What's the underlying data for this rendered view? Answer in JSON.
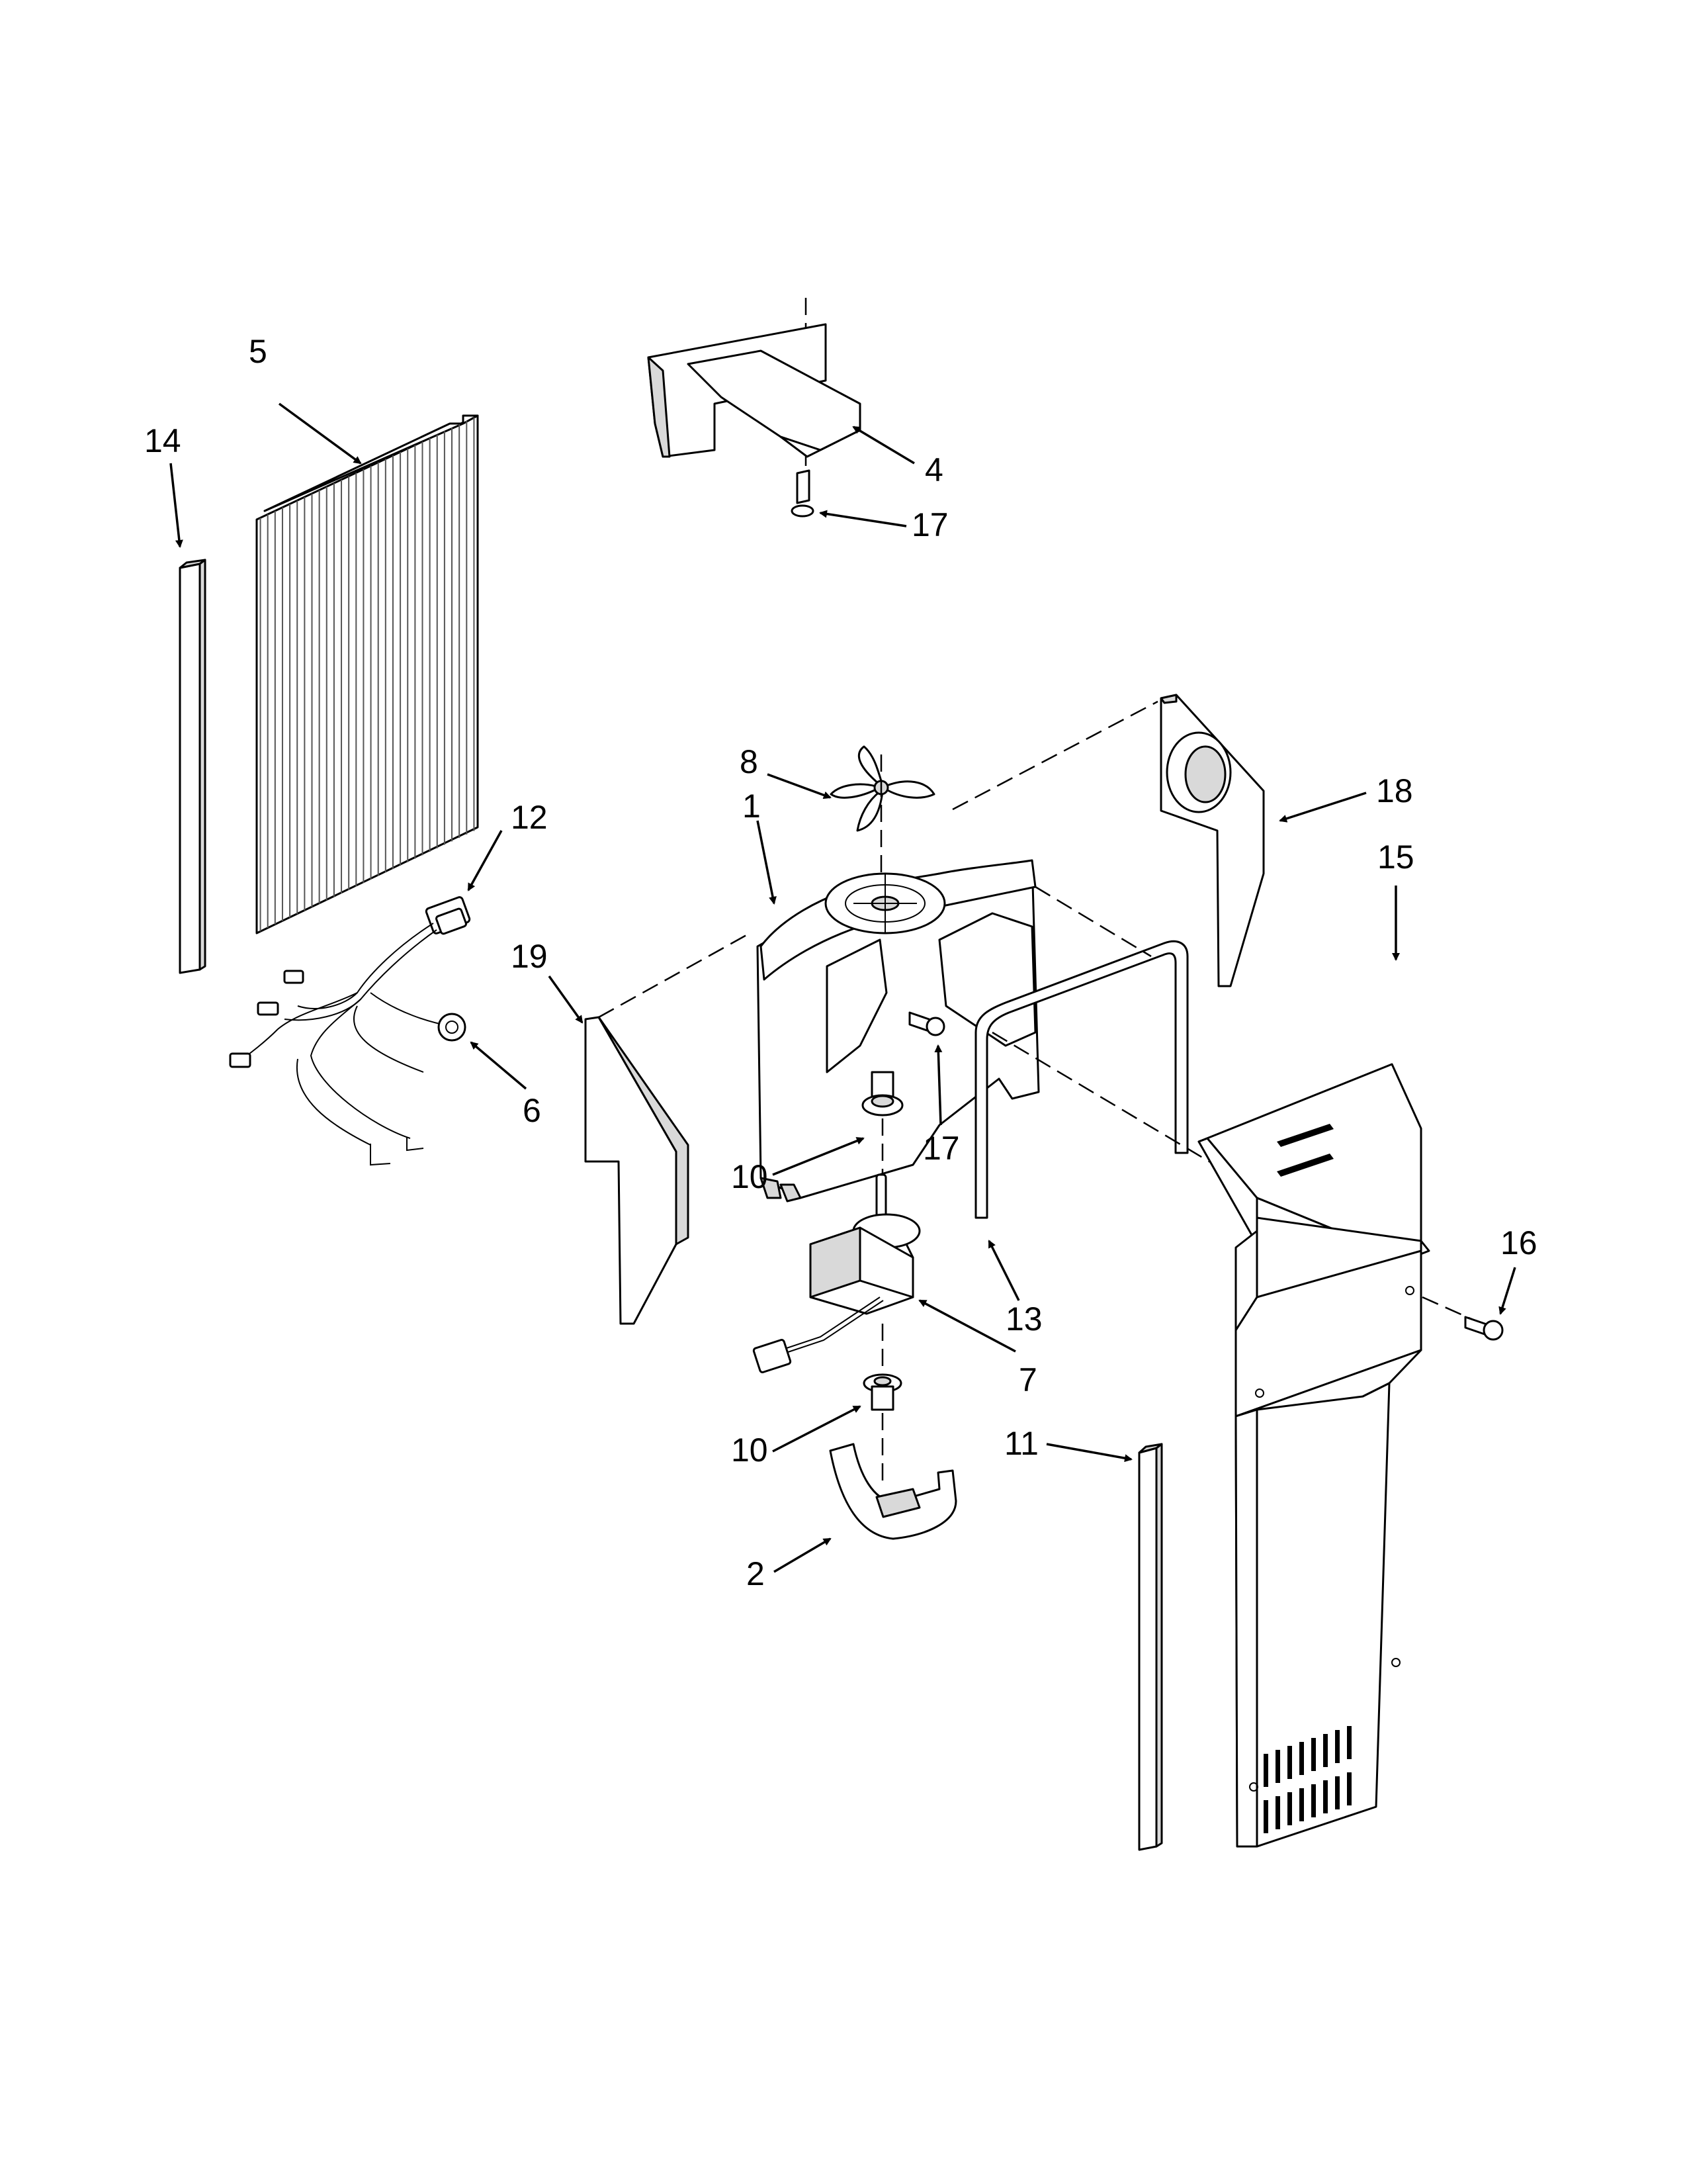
{
  "callouts": {
    "c1": "1",
    "c2": "2",
    "c4": "4",
    "c5": "5",
    "c6": "6",
    "c7": "7",
    "c8": "8",
    "c10a": "10",
    "c10b": "10",
    "c11": "11",
    "c12": "12",
    "c13": "13",
    "c14": "14",
    "c15": "15",
    "c16": "16",
    "c17a": "17",
    "c17b": "17",
    "c18": "18",
    "c19": "19"
  }
}
